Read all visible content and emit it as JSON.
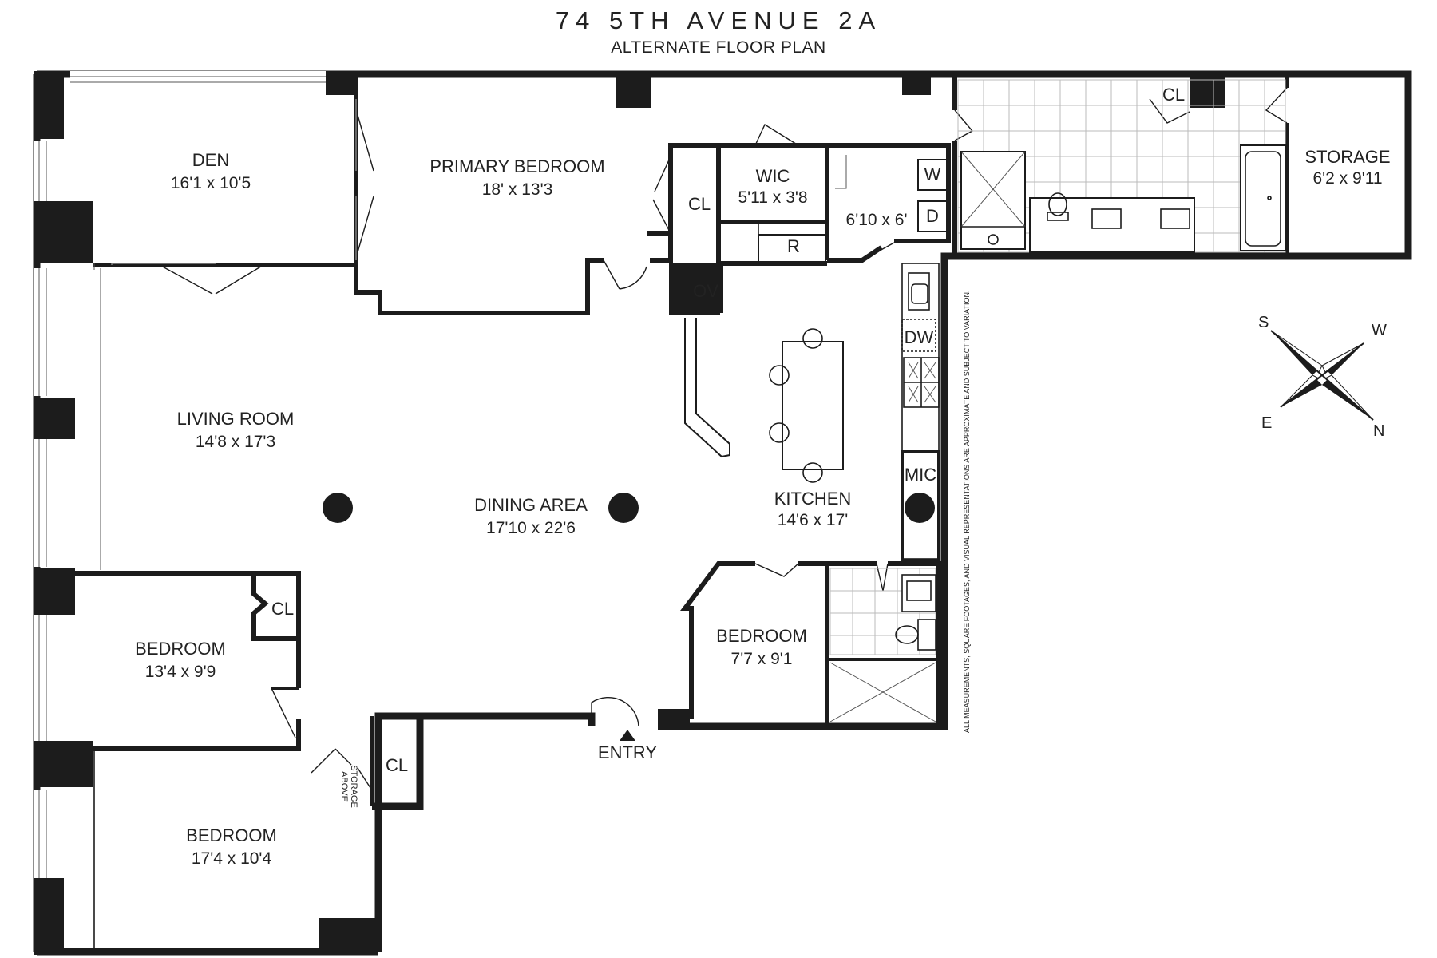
{
  "header": {
    "title": "74 5TH AVENUE 2A",
    "subtitle": "ALTERNATE FLOOR PLAN"
  },
  "rooms": {
    "den": {
      "name": "DEN",
      "dims": "16'1 x 10'5"
    },
    "primary_bedroom": {
      "name": "PRIMARY BEDROOM",
      "dims": "18' x 13'3"
    },
    "wic": {
      "name": "WIC",
      "dims": "5'11 x 3'8"
    },
    "laundry": {
      "dims": "6'10 x 6'"
    },
    "storage": {
      "name": "STORAGE",
      "dims": "6'2 x 9'11"
    },
    "living_room": {
      "name": "LIVING ROOM",
      "dims": "14'8 x 17'3"
    },
    "dining_area": {
      "name": "DINING AREA",
      "dims": "17'10 x 22'6"
    },
    "kitchen": {
      "name": "KITCHEN",
      "dims": "14'6 x 17'"
    },
    "bedroom_west": {
      "name": "BEDROOM",
      "dims": "13'4 x 9'9"
    },
    "bedroom_small": {
      "name": "BEDROOM",
      "dims": "7'7 x 9'1"
    },
    "bedroom_south": {
      "name": "BEDROOM",
      "dims": "17'4 x 10'4"
    }
  },
  "labels": {
    "cl": "CL",
    "washer": "W",
    "dryer": "D",
    "refrigerator": "R",
    "oven": "OV",
    "dishwasher": "DW",
    "microwave": "MIC",
    "entry": "ENTRY",
    "storage_above_1": "STORAGE",
    "storage_above_2": "ABOVE"
  },
  "compass": {
    "s": "S",
    "w": "W",
    "e": "E",
    "n": "N"
  },
  "disclaimer": "ALL MEASUREMENTS, SQUARE FOOTAGES, AND VISUAL REPRESENTATIONS ARE APPROXIMATE AND SUBJECT TO VARIATION."
}
